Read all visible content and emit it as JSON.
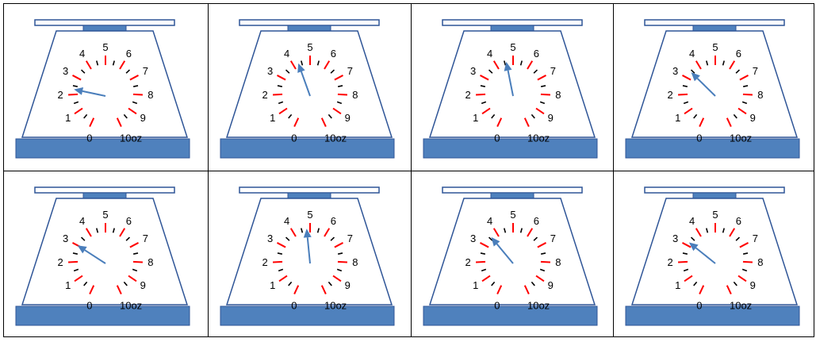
{
  "dial": {
    "labels": [
      "0",
      "1",
      "2",
      "3",
      "4",
      "5",
      "6",
      "7",
      "8",
      "9",
      "10oz"
    ]
  },
  "scales": [
    {
      "reading_oz": 2.3
    },
    {
      "reading_oz": 4.3
    },
    {
      "reading_oz": 4.6
    },
    {
      "reading_oz": 3.4
    },
    {
      "reading_oz": 3.0
    },
    {
      "reading_oz": 4.8
    },
    {
      "reading_oz": 3.6
    },
    {
      "reading_oz": 3.2
    }
  ],
  "colors": {
    "pointer": "#4a7ebb",
    "base": "#4f81bd",
    "base_stroke": "#2f5597",
    "major_tick": "#ff0000",
    "minor_tick": "#000000",
    "outline": "#2f5597"
  }
}
